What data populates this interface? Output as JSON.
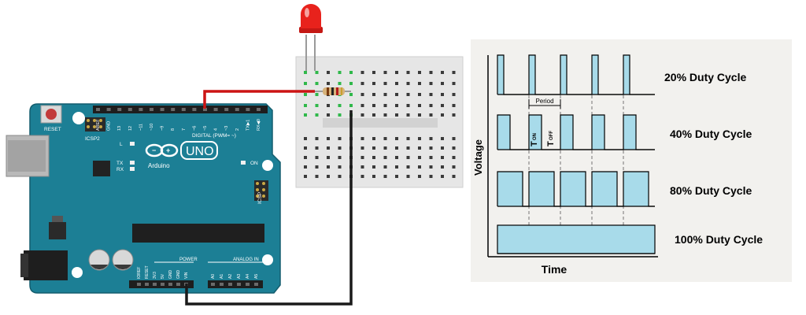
{
  "board": {
    "reset_label": "RESET",
    "icsp2_label": "ICSP2",
    "icsp_label": "ICSP",
    "logo_text": "UNO",
    "brand_text": "Arduino",
    "l_label": "L",
    "tx_label": "TX",
    "rx_label": "RX",
    "on_label": "ON",
    "digital_label": "DIGITAL (PWM= ~)",
    "power_label": "POWER",
    "analog_label": "ANALOG IN",
    "top_pins": [
      "AREF",
      "GND",
      "13",
      "12",
      "~11",
      "~10",
      "~9",
      "8",
      "7",
      "~6",
      "~5",
      "4",
      "~3",
      "2",
      "TX▶1",
      "RX◀0"
    ],
    "power_pins": [
      "IOREF",
      "RESET",
      "3V3",
      "5V",
      "GND",
      "GND",
      "VIN"
    ],
    "analog_pins": [
      "A0",
      "A1",
      "A2",
      "A3",
      "A4",
      "A5"
    ]
  },
  "pwm": {
    "y_axis_label": "Voltage",
    "x_axis_label": "Time",
    "period_label": "Period",
    "t_on_label": "T",
    "t_on_sub": "ON",
    "t_off_label": "T",
    "t_off_sub": "OFF",
    "rows": [
      {
        "label": "20% Duty Cycle",
        "duty": 0.2
      },
      {
        "label": "40% Duty Cycle",
        "duty": 0.4
      },
      {
        "label": "80% Duty Cycle",
        "duty": 0.8
      },
      {
        "label": "100% Duty Cycle",
        "duty": 1.0
      }
    ],
    "fill_color": "#a8dbea",
    "panel_color": "#f2f1ee"
  },
  "colors": {
    "board": "#1c7f95",
    "board_dark": "#135d6e",
    "red_wire": "#cc1414",
    "black_wire": "#1a1a1a",
    "led": "#e8221c"
  }
}
